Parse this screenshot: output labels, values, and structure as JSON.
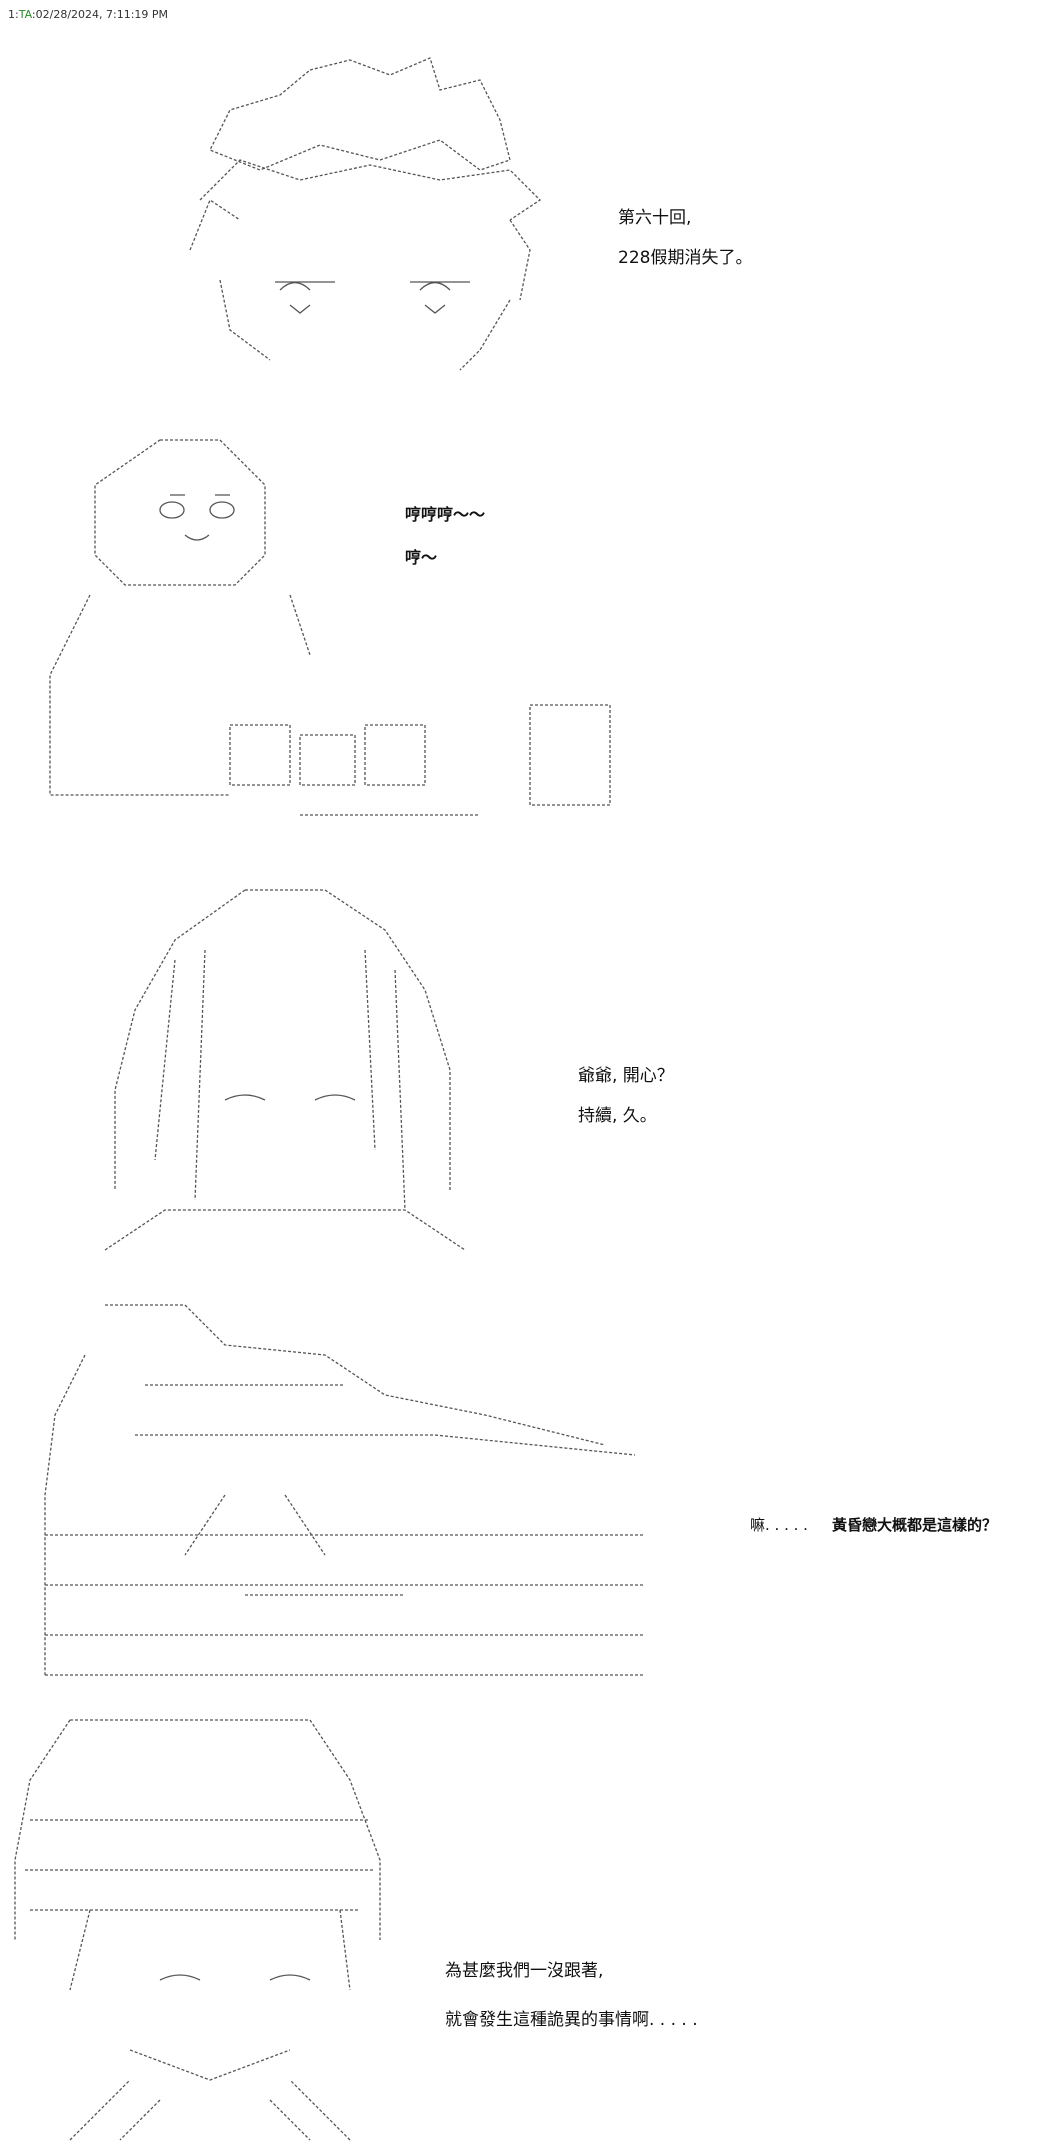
{
  "header": {
    "post_number": "1",
    "separator": ":",
    "poster": "TA",
    "timestamp": ":02/28/2024, 7:11:19 PM"
  },
  "panels": [
    {
      "lines": [
        "第六十回,",
        "228假期消失了。"
      ]
    },
    {
      "lines": [
        "哼哼哼～～",
        "哼～"
      ]
    },
    {
      "lines": [
        "爺爺, 開心？",
        "持續, 久。"
      ]
    },
    {
      "lines": [
        "嘛. . . . .",
        "黃昏戀大概都是這樣的？"
      ]
    },
    {
      "lines": [
        "為甚麼我們一沒跟著,",
        "就會發生這種詭異的事情啊. . . . ."
      ]
    }
  ]
}
